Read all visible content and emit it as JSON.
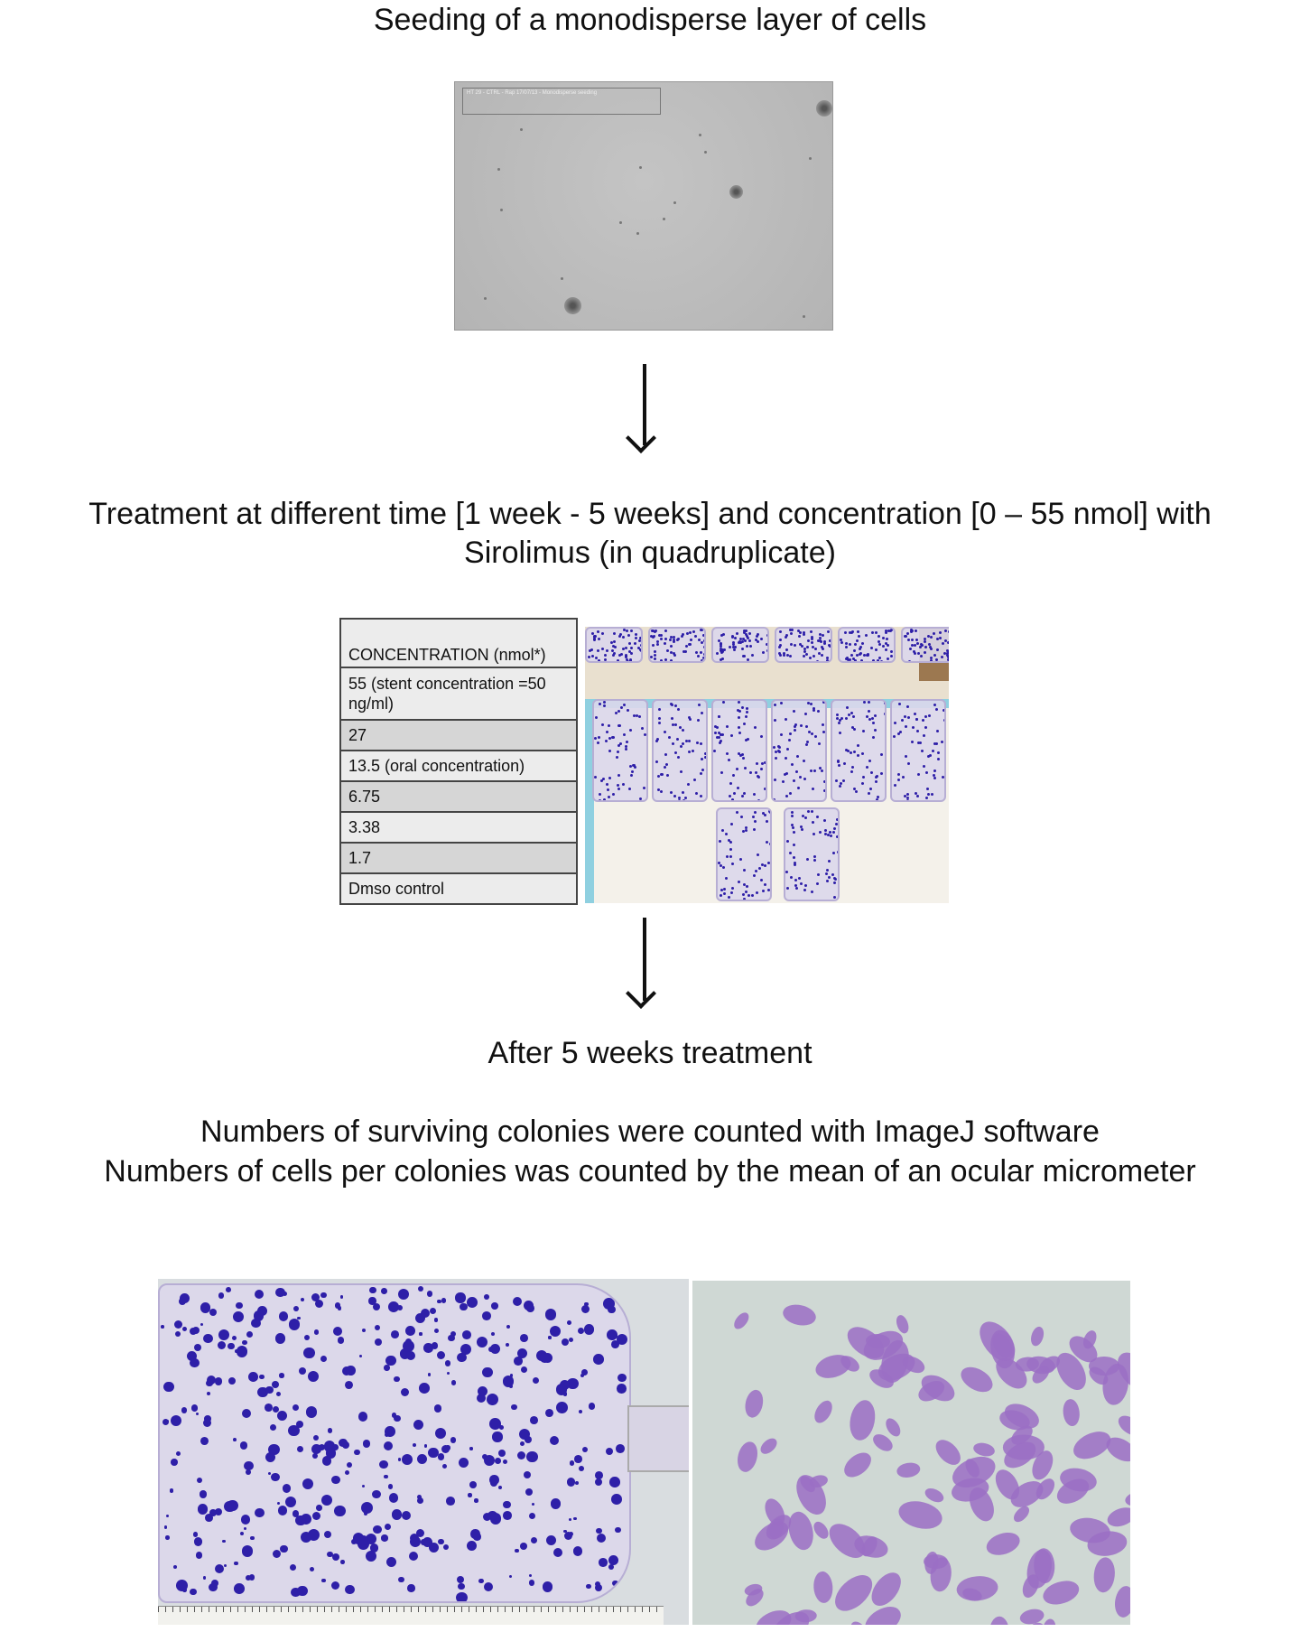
{
  "steps": {
    "step1_title": "Seeding of a monodisperse layer of cells",
    "micrograph_label": "HT 29 - CTRL - Rap 17/07/13 - Monodisperse seeding",
    "step2_line1": "Treatment at different time [1 week - 5 weeks] and concentration [0 – 55 nmol] with",
    "step2_line2": "Sirolimus (in quadruplicate)",
    "step3_title": "After 5 weeks treatment",
    "step4_line1": "Numbers of surviving colonies were counted with ImageJ software",
    "step4_line2": "Numbers of cells per colonies was counted by the mean of an ocular micrometer"
  },
  "concentration_table": {
    "header": "CONCENTRATION (nmol*)",
    "rows": [
      "55 (stent concentration =50 ng/ml)",
      "27",
      "13.5 (oral concentration)",
      "6.75",
      "3.38",
      "1.7",
      "Dmso control"
    ]
  },
  "colors": {
    "stain": "#2e1fa8",
    "cell_stain": "#9b6fc4"
  }
}
